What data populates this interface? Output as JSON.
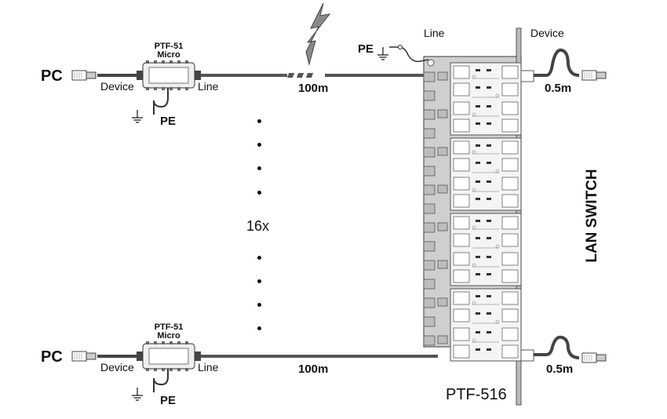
{
  "top": {
    "pc_label": "PC",
    "device_label": "Device",
    "line_label": "Line",
    "unit_name_line1": "PTF-51",
    "unit_name_line2": "Micro",
    "pe_label": "PE",
    "cable_length": "100m"
  },
  "bottom": {
    "pc_label": "PC",
    "device_label": "Device",
    "line_label": "Line",
    "unit_name_line1": "PTF-51",
    "unit_name_line2": "Micro",
    "pe_label": "PE",
    "cable_length": "100m"
  },
  "repeat_count": "16x",
  "panel": {
    "name": "PTF-516",
    "line_label": "Line",
    "device_label": "Device",
    "pe_label": "PE",
    "patch_length_top": "0.5m",
    "patch_length_bottom": "0.5m"
  },
  "switch_label": "LAN SWITCH",
  "icons": [
    "lightning-bolt-icon",
    "ground-icon",
    "rj45-plug-icon"
  ]
}
